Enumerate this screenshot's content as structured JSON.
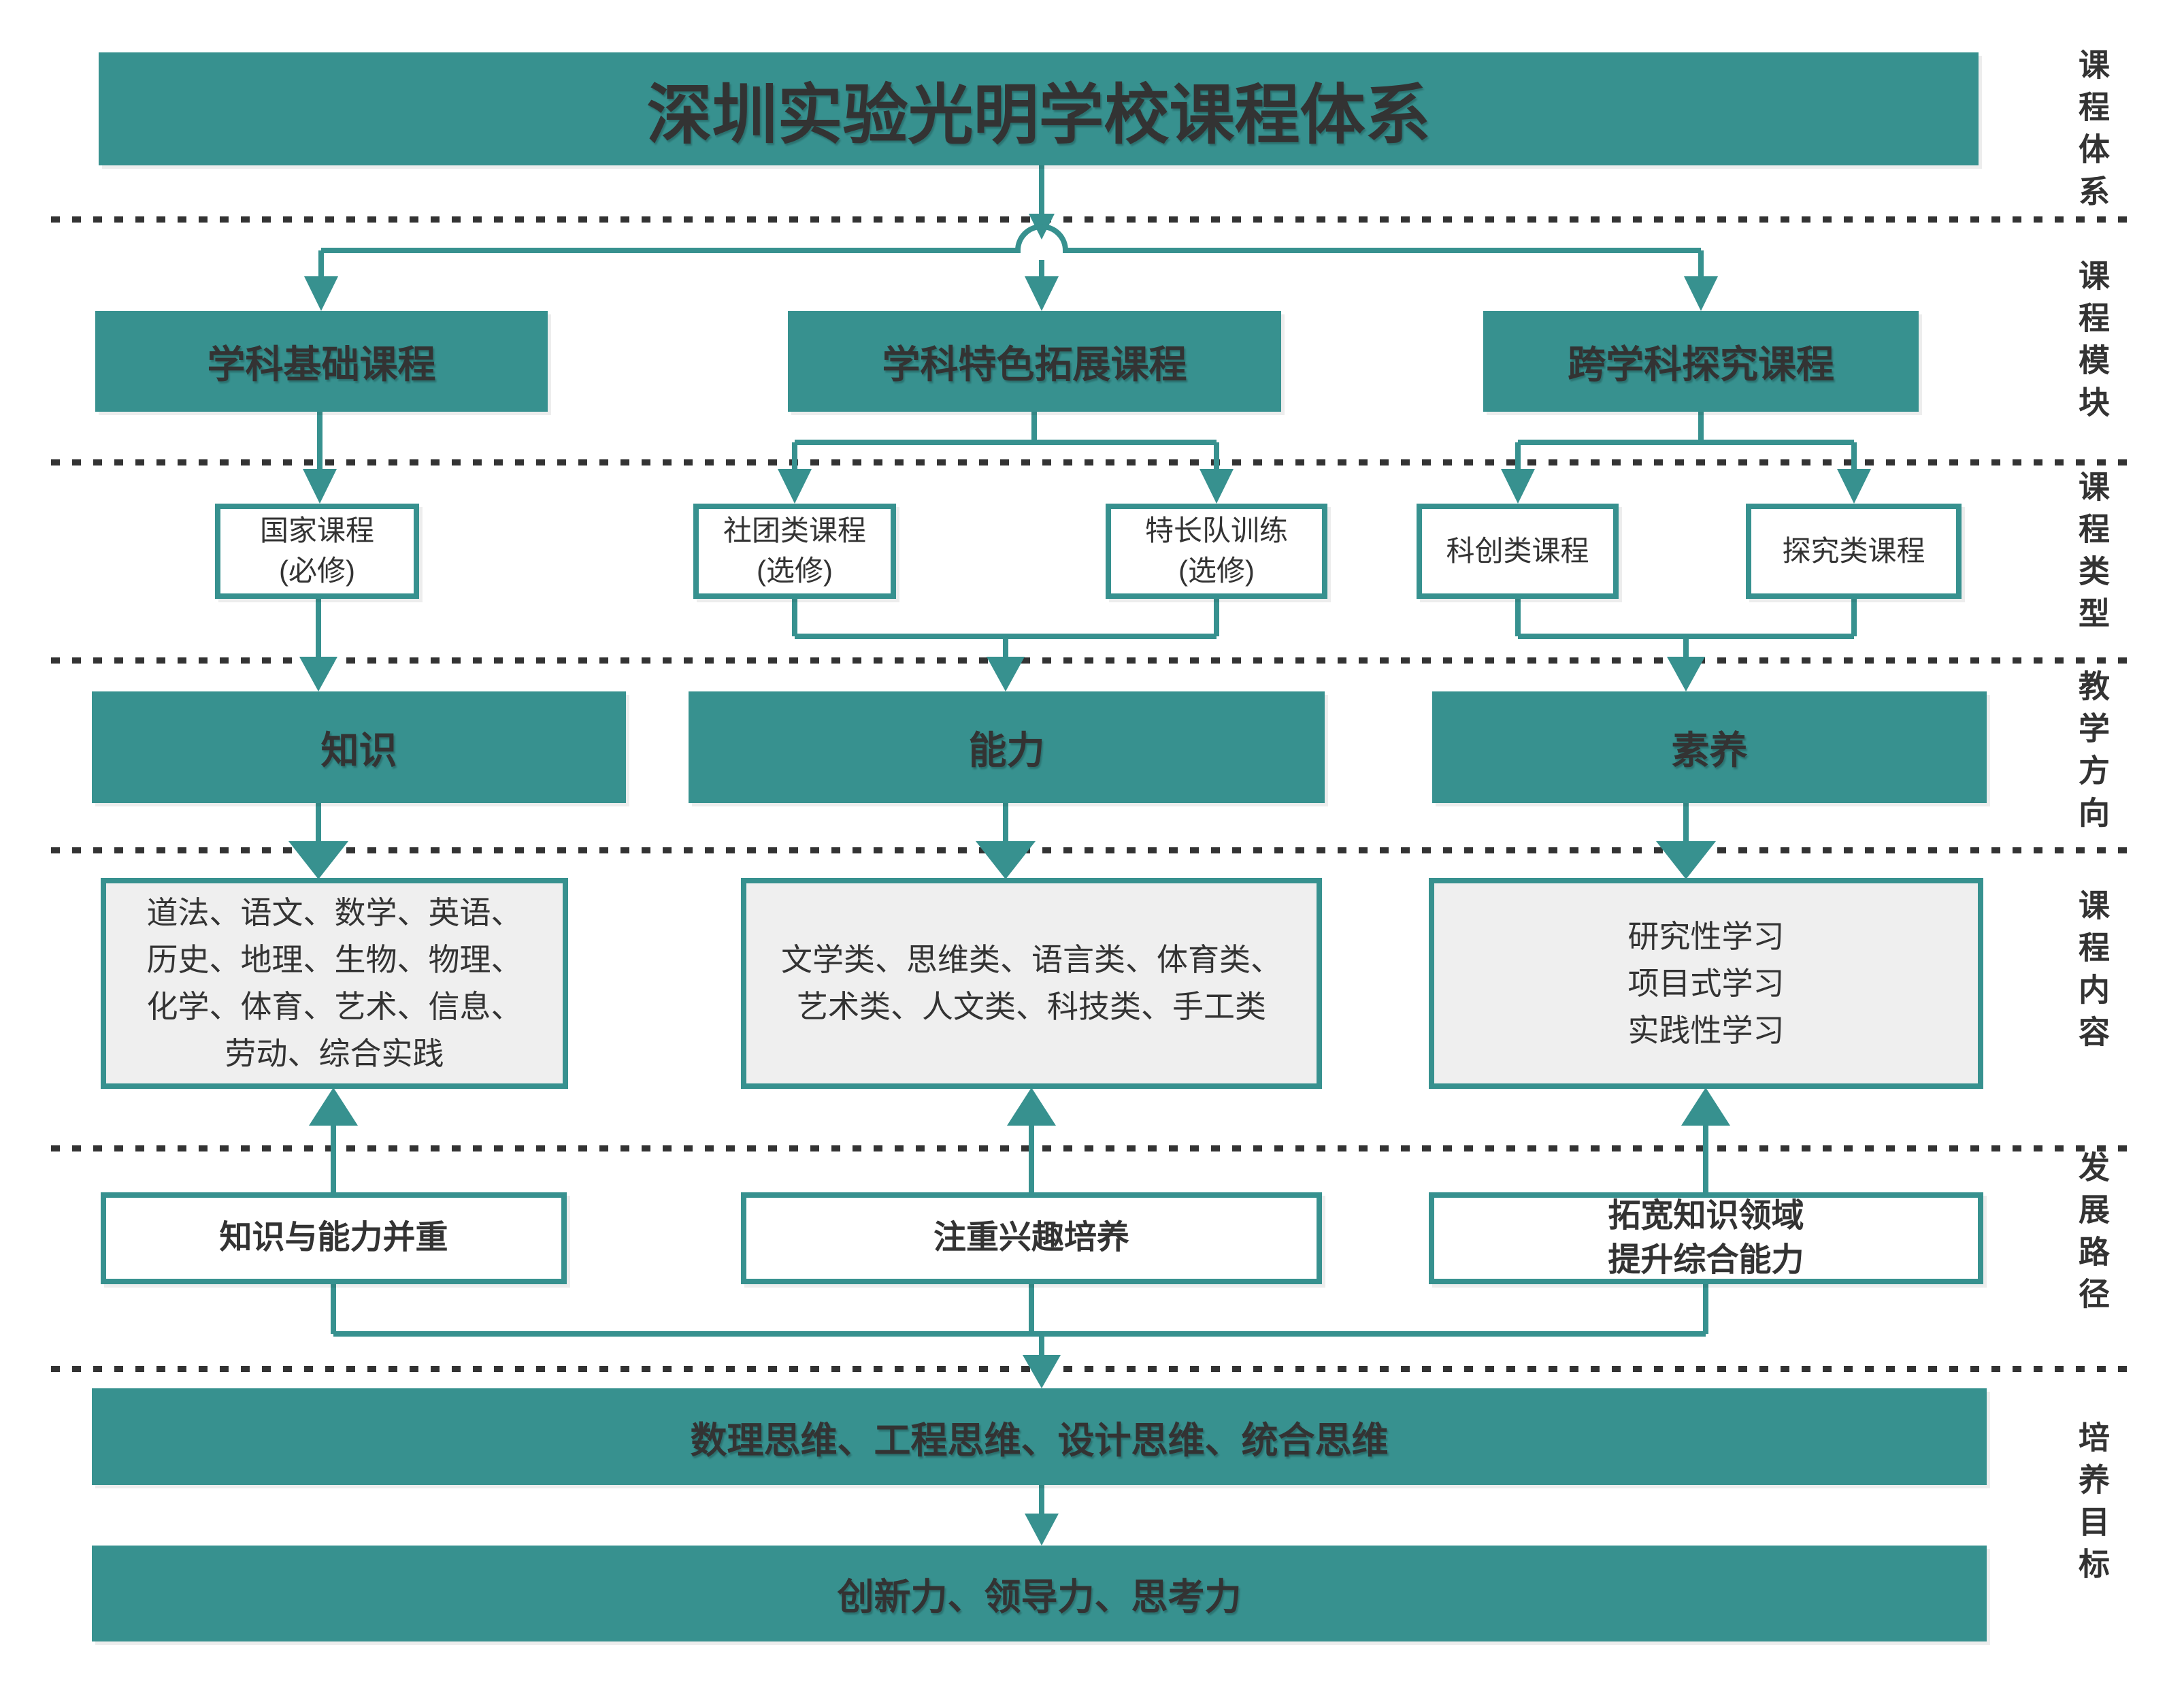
{
  "title": "深圳实验光明学校课程体系",
  "side_labels": [
    "课程体系",
    "课程模块",
    "课程类型",
    "教学方向",
    "课程内容",
    "发展路径",
    "培养目标"
  ],
  "modules": [
    "学科基础课程",
    "学科特色拓展课程",
    "跨学科探究课程"
  ],
  "course_types": [
    "国家课程\n(必修)",
    "社团类课程\n(选修)",
    "特长队训练\n(选修)",
    "科创类课程",
    "探究类课程"
  ],
  "teaching_directions": [
    "知识",
    "能力",
    "素养"
  ],
  "course_contents": [
    "道法、语文、数学、英语、\n历史、地理、生物、物理、\n化学、体育、艺术、信息、\n劳动、综合实践",
    "文学类、思维类、语言类、体育类、\n艺术类、人文类、科技类、手工类",
    "研究性学习\n项目式学习\n实践性学习"
  ],
  "development_paths": [
    "知识与能力并重",
    "注重兴趣培养",
    "拓宽知识领域\n提升综合能力"
  ],
  "training_goals": [
    "数理思维、工程思维、设计思维、统合思维",
    "创新力、领导力、思考力"
  ],
  "colors": {
    "teal": "#37918F",
    "dark_text": "#333333",
    "content_bg": "#EFEFEF",
    "dotted_line": "#333333",
    "white": "#FFFFFF"
  }
}
